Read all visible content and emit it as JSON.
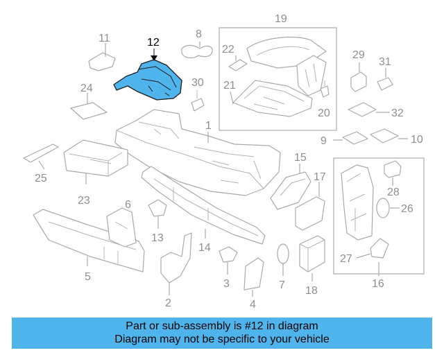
{
  "diagram": {
    "callouts": {
      "p1": "1",
      "p2": "2",
      "p3": "3",
      "p4": "4",
      "p5": "5",
      "p6": "6",
      "p7": "7",
      "p8": "8",
      "p9": "9",
      "p10": "10",
      "p11": "11",
      "p12": "12",
      "p13": "13",
      "p14": "14",
      "p15": "15",
      "p16": "16",
      "p17": "17",
      "p18": "18",
      "p19": "19",
      "p20": "20",
      "p21": "21",
      "p22": "22",
      "p23": "23",
      "p24": "24",
      "p25": "25",
      "p26": "26",
      "p27": "27",
      "p28": "28",
      "p29": "29",
      "p30": "30",
      "p31": "31",
      "p32": "32"
    },
    "highlight_color": "#4fb4ec"
  },
  "caption": {
    "line1": "Part or sub-assembly is #12 in diagram",
    "line2": "Diagram may not be specific to your vehicle"
  }
}
